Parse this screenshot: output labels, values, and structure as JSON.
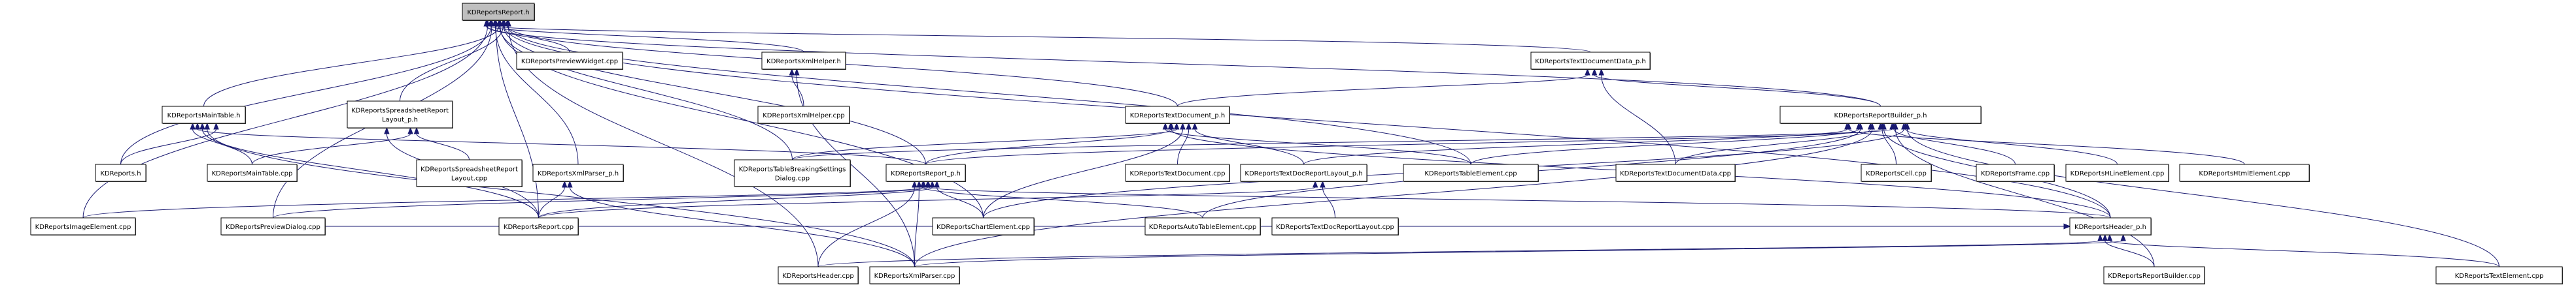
{
  "title": "KDReportsReport.h include dependency graph",
  "colors": {
    "edge": "#191970",
    "root_fill": "#bfbfbf",
    "node_fill": "#ffffff",
    "node_border": "#000000"
  },
  "nodes": [
    {
      "id": "report_h",
      "lines": [
        "KDReportsReport.h"
      ],
      "root": true
    },
    {
      "id": "previewwidget_cpp",
      "lines": [
        "KDReportsPreviewWidget.cpp"
      ]
    },
    {
      "id": "xmlhelper_h",
      "lines": [
        "KDReportsXmlHelper.h"
      ]
    },
    {
      "id": "textdocdata_p_h",
      "lines": [
        "KDReportsTextDocumentData_p.h"
      ]
    },
    {
      "id": "maintable_h",
      "lines": [
        "KDReportsMainTable.h"
      ]
    },
    {
      "id": "spreadsheet_p_h",
      "lines": [
        "KDReportsSpreadsheetReport",
        "Layout_p.h"
      ]
    },
    {
      "id": "xmlhelper_cpp",
      "lines": [
        "KDReportsXmlHelper.cpp"
      ]
    },
    {
      "id": "textdocument_p_h",
      "lines": [
        "KDReportsTextDocument_p.h"
      ]
    },
    {
      "id": "reportbuilder_p_h",
      "lines": [
        "KDReportsReportBuilder_p.h"
      ]
    },
    {
      "id": "kdreports_h",
      "lines": [
        "KDReports.h"
      ]
    },
    {
      "id": "maintable_cpp",
      "lines": [
        "KDReportsMainTable.cpp"
      ]
    },
    {
      "id": "spreadsheet_cpp",
      "lines": [
        "KDReportsSpreadsheetReport",
        "Layout.cpp"
      ]
    },
    {
      "id": "xmlparser_p_h",
      "lines": [
        "KDReportsXmlParser_p.h"
      ]
    },
    {
      "id": "tablebreaking_cpp",
      "lines": [
        "KDReportsTableBreakingSettings",
        "Dialog.cpp"
      ]
    },
    {
      "id": "report_p_h",
      "lines": [
        "KDReportsReport_p.h"
      ]
    },
    {
      "id": "textdocument_cpp",
      "lines": [
        "KDReportsTextDocument.cpp"
      ]
    },
    {
      "id": "textdocreportlayout_p_h",
      "lines": [
        "KDReportsTextDocReportLayout_p.h"
      ]
    },
    {
      "id": "tableelement_cpp",
      "lines": [
        "KDReportsTableElement.cpp"
      ]
    },
    {
      "id": "textdocdata_cpp",
      "lines": [
        "KDReportsTextDocumentData.cpp"
      ]
    },
    {
      "id": "cell_cpp",
      "lines": [
        "KDReportsCell.cpp"
      ]
    },
    {
      "id": "frame_cpp",
      "lines": [
        "KDReportsFrame.cpp"
      ]
    },
    {
      "id": "hline_cpp",
      "lines": [
        "KDReportsHLineElement.cpp"
      ]
    },
    {
      "id": "html_cpp",
      "lines": [
        "KDReportsHtmlElement.cpp"
      ]
    },
    {
      "id": "imageelement_cpp",
      "lines": [
        "KDReportsImageElement.cpp"
      ]
    },
    {
      "id": "previewdialog_cpp",
      "lines": [
        "KDReportsPreviewDialog.cpp"
      ]
    },
    {
      "id": "report_cpp",
      "lines": [
        "KDReportsReport.cpp"
      ]
    },
    {
      "id": "chartelement_cpp",
      "lines": [
        "KDReportsChartElement.cpp"
      ]
    },
    {
      "id": "autotable_cpp",
      "lines": [
        "KDReportsAutoTableElement.cpp"
      ]
    },
    {
      "id": "textdocreportlayout_cpp",
      "lines": [
        "KDReportsTextDocReportLayout.cpp"
      ]
    },
    {
      "id": "header_p_h",
      "lines": [
        "KDReportsHeader_p.h"
      ]
    },
    {
      "id": "header_cpp",
      "lines": [
        "KDReportsHeader.cpp"
      ]
    },
    {
      "id": "xmlparser_cpp",
      "lines": [
        "KDReportsXmlParser.cpp"
      ]
    },
    {
      "id": "reportbuilder_cpp",
      "lines": [
        "KDReportsReportBuilder.cpp"
      ]
    },
    {
      "id": "textelement_cpp",
      "lines": [
        "KDReportsTextElement.cpp"
      ]
    }
  ],
  "edges": [
    [
      "previewwidget_cpp",
      "report_h"
    ],
    [
      "xmlhelper_h",
      "report_h"
    ],
    [
      "textdocdata_p_h",
      "report_h"
    ],
    [
      "maintable_h",
      "report_h"
    ],
    [
      "spreadsheet_p_h",
      "report_h"
    ],
    [
      "textdocument_p_h",
      "report_h"
    ],
    [
      "reportbuilder_p_h",
      "report_h"
    ],
    [
      "kdreports_h",
      "report_h"
    ],
    [
      "xmlparser_p_h",
      "report_h"
    ],
    [
      "tablebreaking_cpp",
      "report_h"
    ],
    [
      "report_p_h",
      "report_h"
    ],
    [
      "tableelement_cpp",
      "report_h"
    ],
    [
      "imageelement_cpp",
      "report_h"
    ],
    [
      "previewdialog_cpp",
      "report_h"
    ],
    [
      "report_cpp",
      "report_h"
    ],
    [
      "chartelement_cpp",
      "report_h"
    ],
    [
      "header_p_h",
      "report_h"
    ],
    [
      "header_cpp",
      "report_h"
    ],
    [
      "xmlhelper_cpp",
      "xmlhelper_h"
    ],
    [
      "xmlparser_cpp",
      "xmlhelper_h"
    ],
    [
      "textdocument_p_h",
      "textdocdata_p_h"
    ],
    [
      "reportbuilder_p_h",
      "textdocdata_p_h"
    ],
    [
      "textdocdata_cpp",
      "textdocdata_p_h"
    ],
    [
      "kdreports_h",
      "maintable_h"
    ],
    [
      "maintable_cpp",
      "maintable_h"
    ],
    [
      "report_p_h",
      "maintable_h"
    ],
    [
      "report_cpp",
      "maintable_h"
    ],
    [
      "xmlparser_cpp",
      "maintable_h"
    ],
    [
      "maintable_cpp",
      "spreadsheet_p_h"
    ],
    [
      "spreadsheet_cpp",
      "spreadsheet_p_h"
    ],
    [
      "report_cpp",
      "spreadsheet_p_h"
    ],
    [
      "report_p_h",
      "textdocument_p_h"
    ],
    [
      "tablebreaking_cpp",
      "textdocument_p_h"
    ],
    [
      "chartelement_cpp",
      "textdocument_p_h"
    ],
    [
      "textdocument_cpp",
      "textdocument_p_h"
    ],
    [
      "textdocreportlayout_p_h",
      "textdocument_p_h"
    ],
    [
      "tableelement_cpp",
      "textdocument_p_h"
    ],
    [
      "header_p_h",
      "textdocument_p_h"
    ],
    [
      "report_p_h",
      "reportbuilder_p_h"
    ],
    [
      "tablebreaking_cpp",
      "reportbuilder_p_h"
    ],
    [
      "chartelement_cpp",
      "reportbuilder_p_h"
    ],
    [
      "textdocreportlayout_p_h",
      "reportbuilder_p_h"
    ],
    [
      "tableelement_cpp",
      "reportbuilder_p_h"
    ],
    [
      "textdocdata_cpp",
      "reportbuilder_p_h"
    ],
    [
      "cell_cpp",
      "reportbuilder_p_h"
    ],
    [
      "frame_cpp",
      "reportbuilder_p_h"
    ],
    [
      "hline_cpp",
      "reportbuilder_p_h"
    ],
    [
      "html_cpp",
      "reportbuilder_p_h"
    ],
    [
      "autotable_cpp",
      "reportbuilder_p_h"
    ],
    [
      "xmlparser_cpp",
      "reportbuilder_p_h"
    ],
    [
      "header_p_h",
      "reportbuilder_p_h"
    ],
    [
      "reportbuilder_cpp",
      "reportbuilder_p_h"
    ],
    [
      "textelement_cpp",
      "reportbuilder_p_h"
    ],
    [
      "report_cpp",
      "xmlparser_p_h"
    ],
    [
      "xmlparser_cpp",
      "xmlparser_p_h"
    ],
    [
      "imageelement_cpp",
      "report_p_h"
    ],
    [
      "previewdialog_cpp",
      "report_p_h"
    ],
    [
      "report_cpp",
      "report_p_h"
    ],
    [
      "chartelement_cpp",
      "report_p_h"
    ],
    [
      "header_cpp",
      "report_p_h"
    ],
    [
      "xmlparser_cpp",
      "report_p_h"
    ],
    [
      "autotable_cpp",
      "report_p_h"
    ],
    [
      "header_p_h",
      "report_p_h"
    ],
    [
      "report_cpp",
      "textdocreportlayout_p_h"
    ],
    [
      "textdocreportlayout_cpp",
      "textdocreportlayout_p_h"
    ],
    [
      "previewdialog_cpp",
      "header_p_h"
    ],
    [
      "report_cpp",
      "header_p_h"
    ],
    [
      "chartelement_cpp",
      "header_p_h"
    ],
    [
      "autotable_cpp",
      "header_p_h"
    ],
    [
      "textdocreportlayout_cpp",
      "header_p_h"
    ],
    [
      "xmlparser_cpp",
      "header_p_h"
    ],
    [
      "header_cpp",
      "header_p_h"
    ],
    [
      "reportbuilder_cpp",
      "header_p_h"
    ],
    [
      "textelement_cpp",
      "header_p_h"
    ]
  ]
}
